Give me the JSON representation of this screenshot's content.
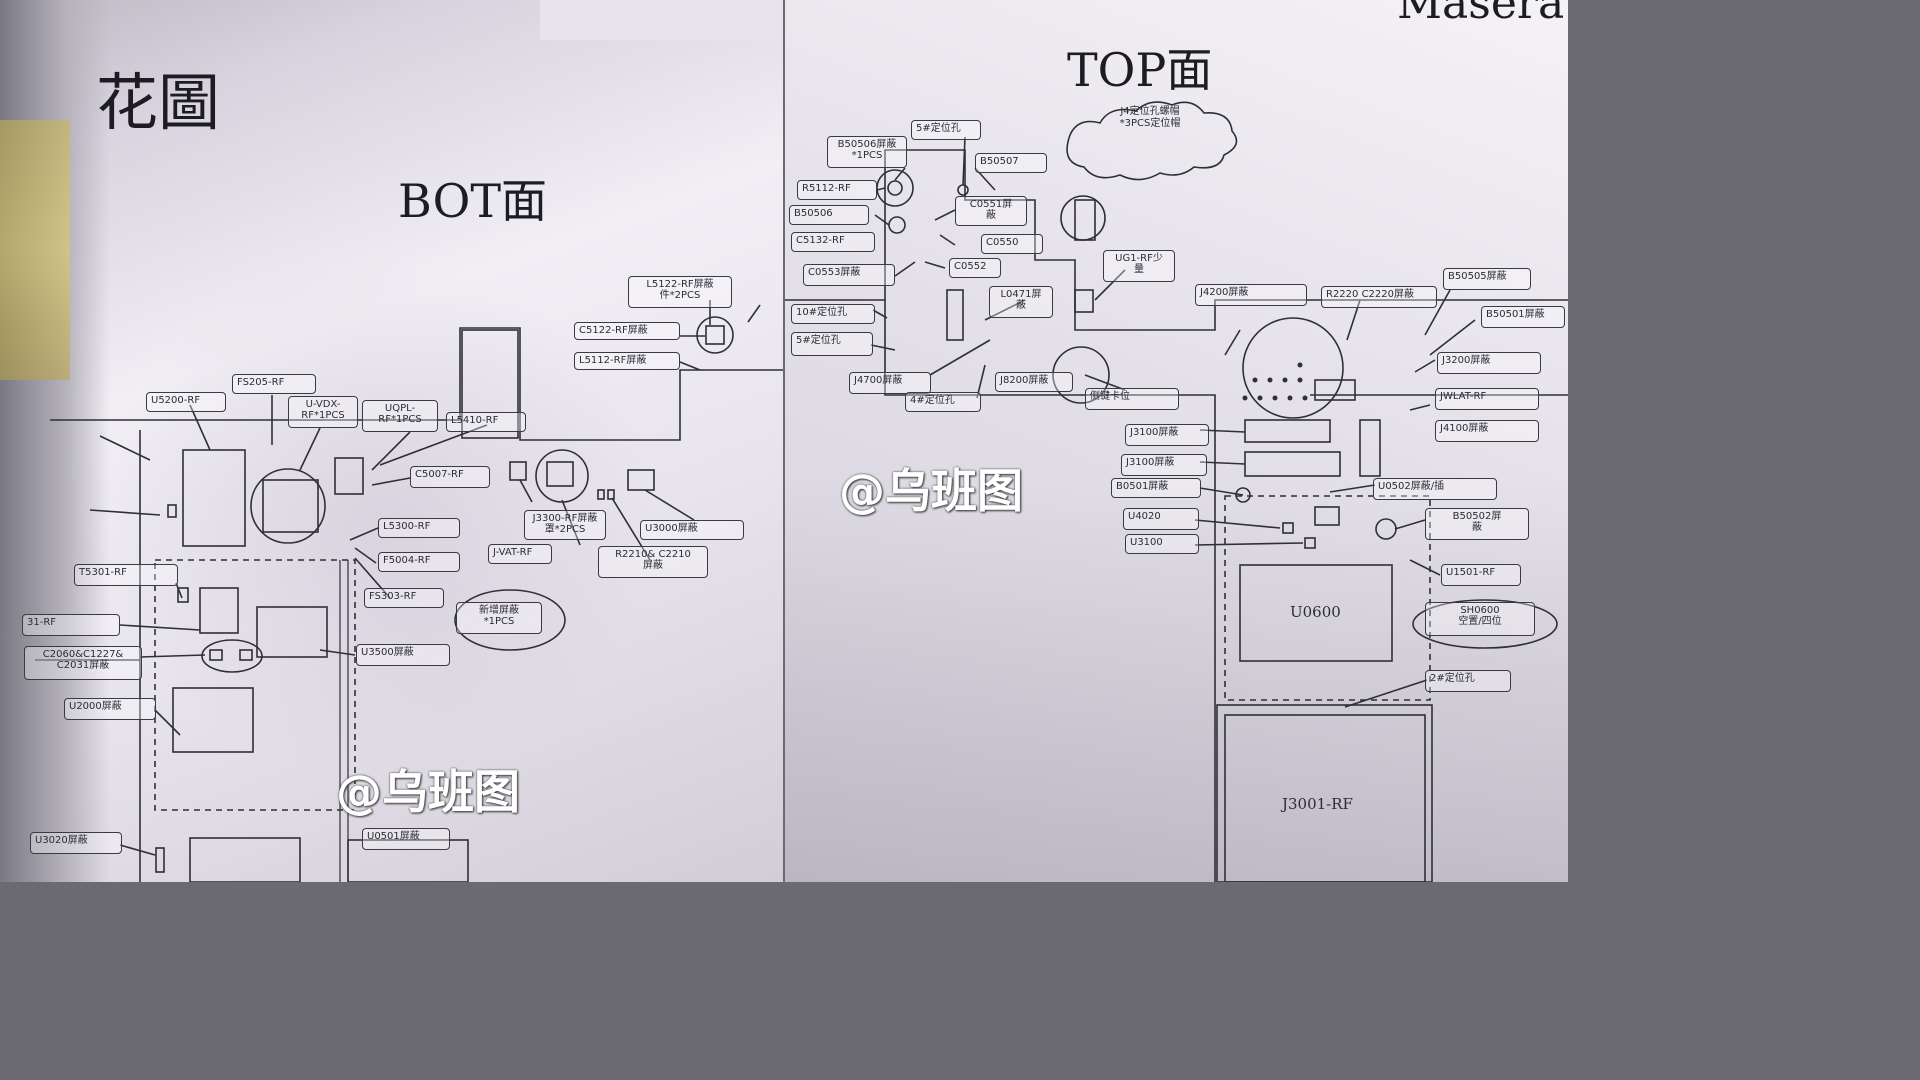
{
  "left_sheet": {
    "heading": "花圖",
    "side_title": "BOT面",
    "labels": {
      "l5122": "L5122-RF屏蔽\n件*2PCS",
      "c5122": "C5122-RF屏蔽",
      "l5112": "L5112-RF屏蔽",
      "u5200": "U5200-RF",
      "fs205": "FS205-RF",
      "uvdx": "U-VDX-\nRF*1PCS",
      "uqpl": "UQPL-\nRF*1PCS",
      "l5410": "L5410-RF",
      "c5007": "C5007-RF",
      "j3300": "J3300-RF屏蔽\n罩*2PCS",
      "jvat": "J-VAT-RF",
      "u3000": "U3000屏蔽",
      "r2210": "R2210& C2210\n屏蔽",
      "l5300": "L5300-RF",
      "f5004": "F5004-RF",
      "fs303": "FS303-RF",
      "t5301": "T5301-RF",
      "rf31": "31-RF",
      "c2060": "C2060&C1227&\nC2031屏蔽",
      "u3500": "U3500屏蔽",
      "u2000": "U2000屏蔽",
      "new_shield": "新增屏蔽\n*1PCS",
      "u3020": "U3020屏蔽",
      "u0501": "U0501屏蔽"
    },
    "watermark": "@乌班图"
  },
  "right_sheet": {
    "corner_text": "Maserat",
    "side_title": "TOP面",
    "cloud_text": "J4定位孔螺帽\n*3PCS定位帽",
    "labels": {
      "s5050": "B50506屏蔽\n*1PCS",
      "s9": "5#定位孔",
      "r5112": "R5112-RF",
      "b50507": "B50507",
      "b50506": "B50506",
      "c0551": "C0551屏\n蔽",
      "c5132": "C5132-RF",
      "c0550": "C0550",
      "c0553": "C0553屏蔽",
      "c0552": "C0552",
      "ug1": "UG1-RF少\n量",
      "s10": "10#定位孔",
      "s5": "5#定位孔",
      "l0471": "L0471屏\n蔽",
      "j4700": "J4700屏蔽",
      "s4": "4#定位孔",
      "j8200": "J8200屏蔽",
      "side_hole": "侧键卡位",
      "r2220": "R2220 C2220屏蔽",
      "b50505": "B50505屏蔽",
      "b50501": "B50501屏蔽",
      "j3200": "J3200屏蔽",
      "jwlat": "JWLAT-RF",
      "j4100": "J4100屏蔽",
      "j4200": "J4200屏蔽",
      "j3100": "J3100屏蔽",
      "b0501": "B0501屏蔽",
      "u0502": "U0502屏蔽/插",
      "b50502": "B50502屏\n蔽",
      "u4020": "U4020",
      "u3100": "U3100",
      "u1501": "U1501-RF",
      "sh0600": "SH0600\n空置/四位",
      "s2": "2#定位孔",
      "u0600": "U0600",
      "j3001": "J3001-RF"
    },
    "watermark": "@乌班图"
  }
}
